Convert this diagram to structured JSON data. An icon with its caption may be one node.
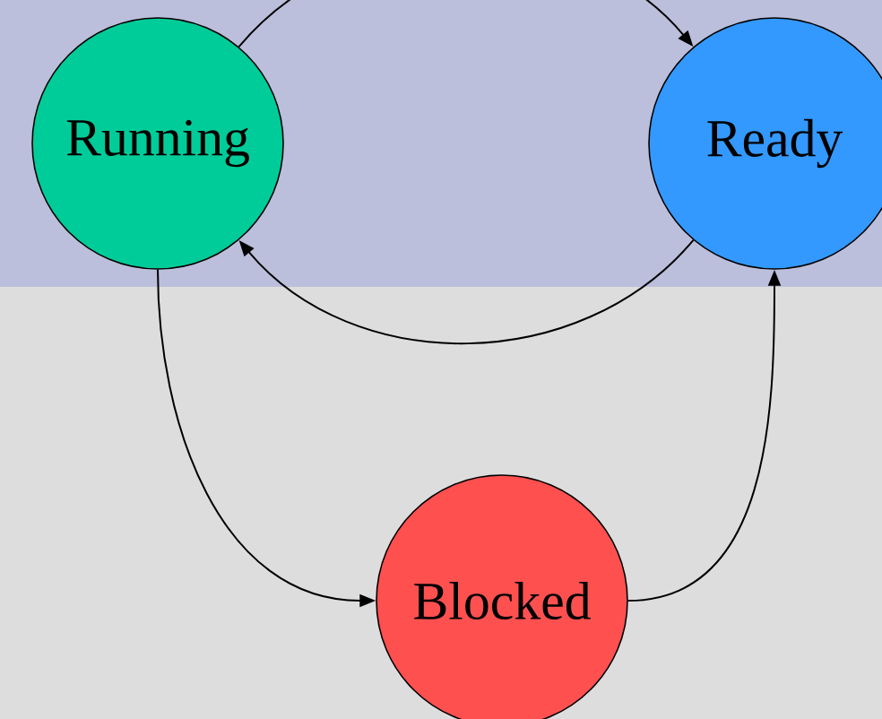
{
  "diagram": {
    "nodes": [
      {
        "text": [
          "Running"
        ]
      },
      {
        "text": [
          "Ready"
        ]
      },
      {
        "text": [
          "Blocked"
        ]
      }
    ],
    "edges": [
      {
        "from": 0,
        "to": 1,
        "arrow": "to"
      },
      {
        "from": 1,
        "to": 0,
        "arrow": "to"
      },
      {
        "from": 0,
        "to": 2,
        "arrow": "to"
      },
      {
        "from": 2,
        "to": 1,
        "arrow": "to"
      }
    ]
  }
}
